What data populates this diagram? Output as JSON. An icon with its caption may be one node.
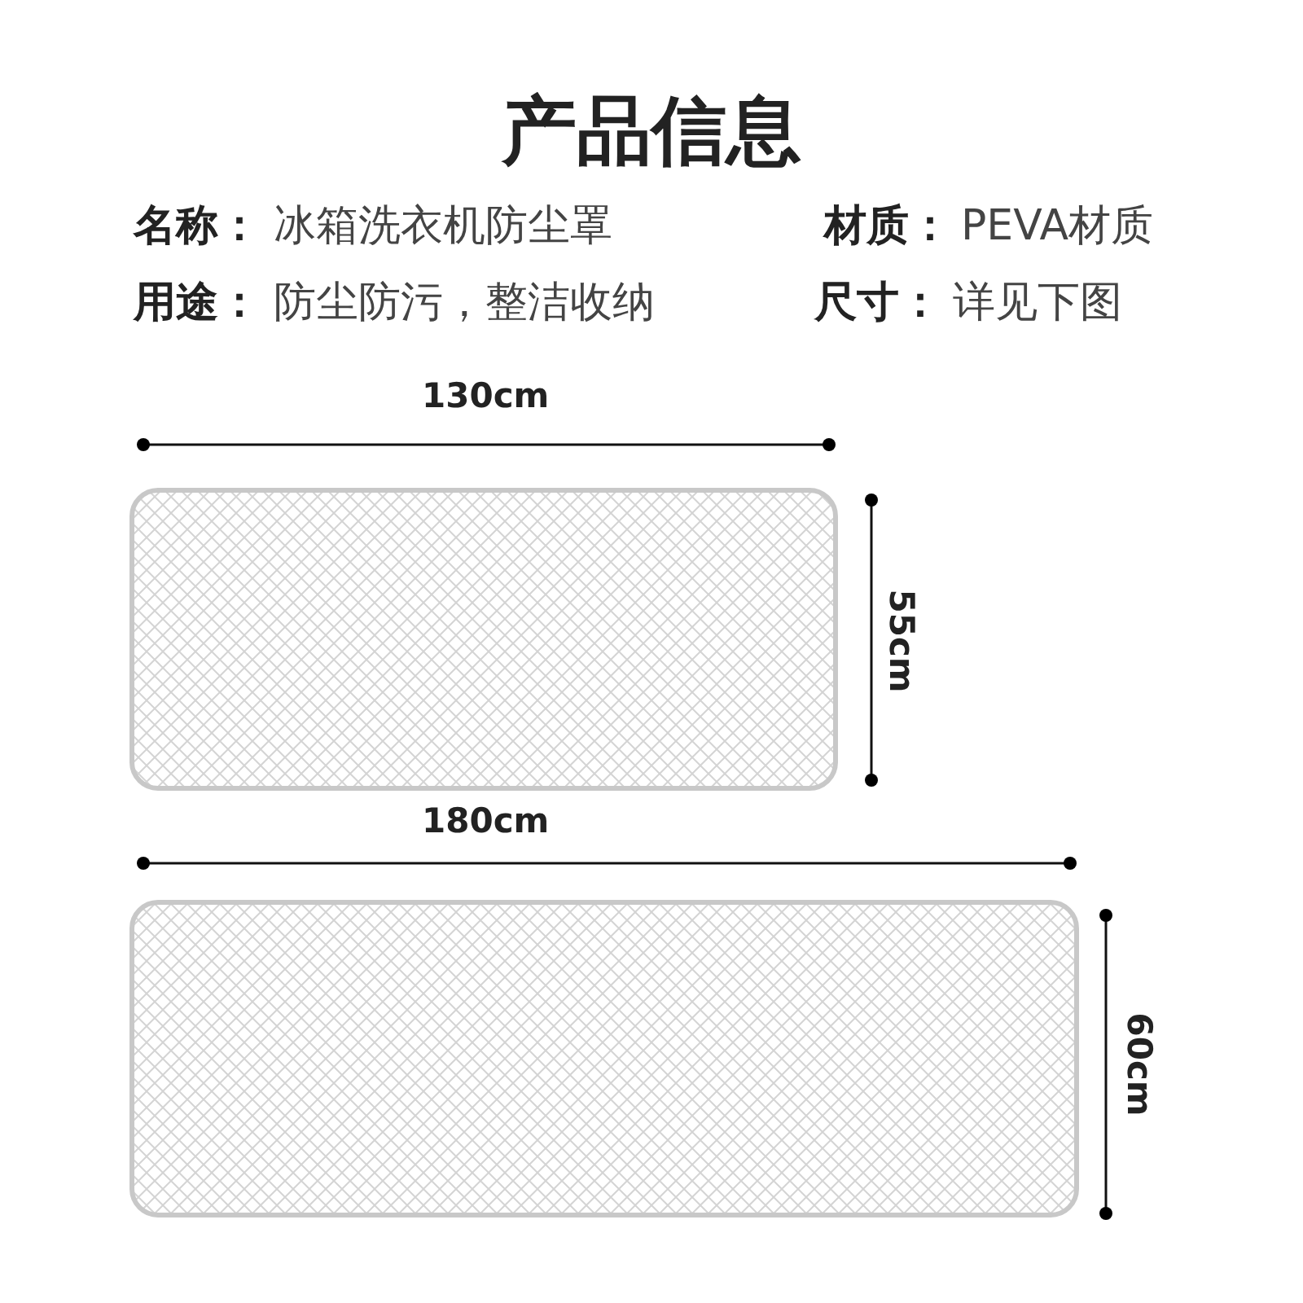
{
  "diagram": {
    "title": "产品信息",
    "labels": [
      "名称：",
      "冰箱洗衣机防尘罩",
      "材质：",
      "PEVA材质",
      "用途：",
      "防尘防污，整洁收纳",
      "尺寸：",
      "详见下图",
      "130cm",
      "55cm",
      "180cm",
      "60cm"
    ]
  }
}
